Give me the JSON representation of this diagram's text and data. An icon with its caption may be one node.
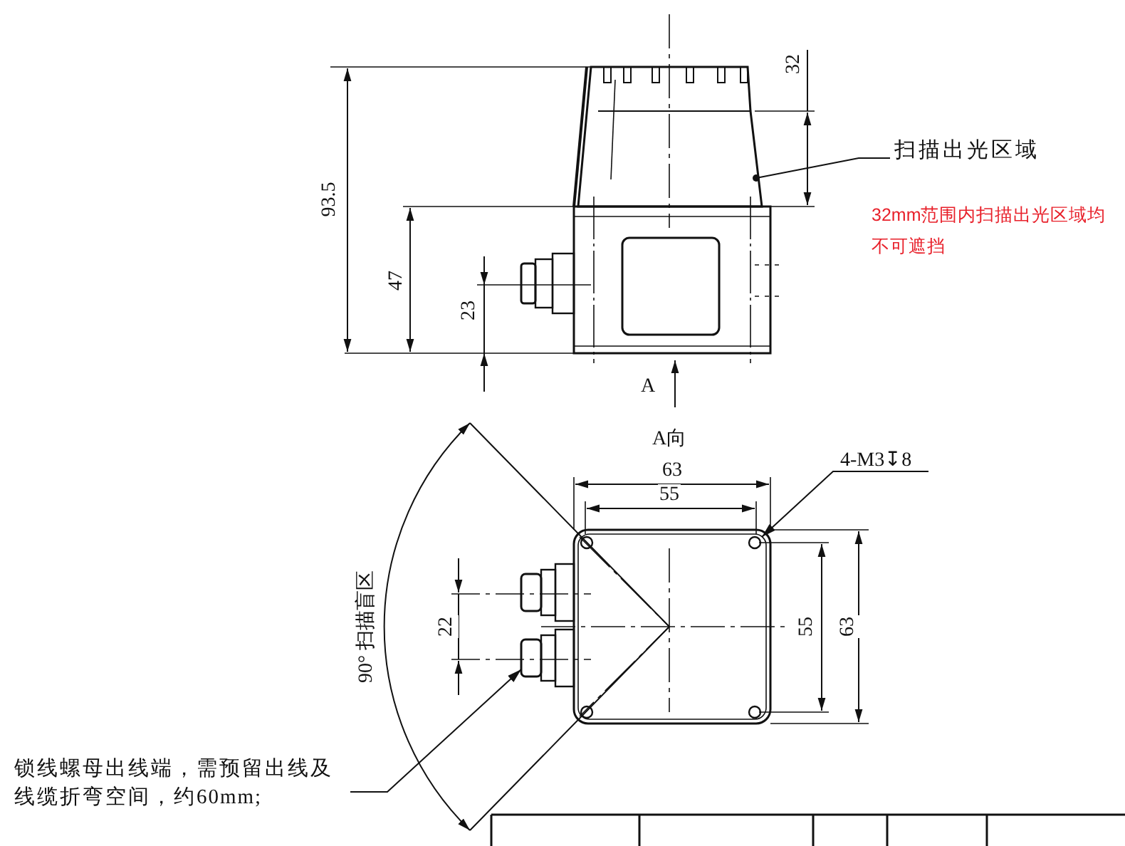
{
  "diagram": {
    "nodes": [
      {
        "text": [
          "扫描出光区域"
        ]
      },
      {
        "text": [
          "4-M3↧8"
        ]
      },
      {
        "text": [
          "锁线螺母出线端，需预留出线及线缆折弯空间，约60mm;"
        ]
      }
    ],
    "edges": [
      {
        "from": 0,
        "to": null,
        "arrow": "other"
      },
      {
        "from": 1,
        "to": null,
        "arrow": "to"
      },
      {
        "from": 2,
        "to": null,
        "arrow": "to"
      }
    ],
    "labels": [
      "32",
      "93.5",
      "32mm范围内扫描出光区域均不可遮挡",
      "47",
      "23",
      "A",
      "A向",
      "63",
      "55",
      "90° 扫描盲区",
      "22",
      "55",
      "63"
    ]
  }
}
